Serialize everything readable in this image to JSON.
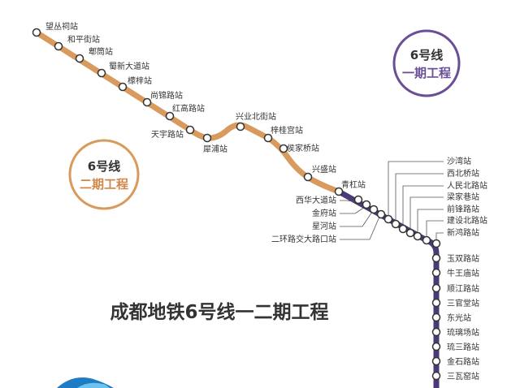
{
  "title": "成都地铁6号线一二期工程",
  "colors": {
    "phase2": "#d99a5e",
    "phase1": "#4b3a78",
    "badge_phase1_text": "#6a4f97",
    "badge_phase2_text": "#d0874a"
  },
  "badges": {
    "phase1": {
      "line": "6号线",
      "phase": "一期工程"
    },
    "phase2": {
      "line": "6号线",
      "phase": "二期工程"
    }
  },
  "phase2_stations": [
    "望丛祠站",
    "和平街站",
    "郫筒站",
    "蜀新大道站",
    "檬梓站",
    "尚锦路站",
    "红高路站",
    "天宇路站",
    "犀浦站",
    "兴业北街站",
    "梓桂宫站",
    "侯家桥站",
    "兴盛站",
    "青杠站"
  ],
  "phase1_diagonal_stations": [
    "西华大道站",
    "金府站",
    "星河站",
    "二环路交大路口站",
    "沙湾站",
    "西北桥站",
    "人民北路站",
    "梁家巷站",
    "前锋路站",
    "建设北路站",
    "新鸿路站"
  ],
  "phase1_vertical_stations": [
    "玉双路站",
    "牛王庙站",
    "顺江路站",
    "三官堂站",
    "东光站",
    "琉璃场站",
    "琉三路站",
    "金石路站",
    "三瓦窑站"
  ]
}
